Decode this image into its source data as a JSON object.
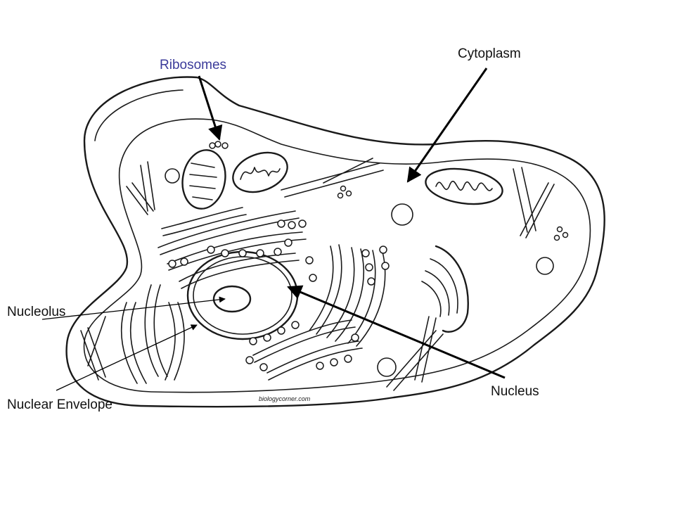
{
  "diagram": {
    "type": "animal-cell-labeled",
    "labels": {
      "cytoplasm": "Cytoplasm",
      "ribosomes": "Ribosomes",
      "nucleolus": "Nucleolus",
      "nuclear_envelope": "Nuclear Envelope",
      "nucleus": "Nucleus"
    },
    "watermark": "biologycorner.com",
    "colors": {
      "ribosomes_label": "#3b3b9a",
      "default_label": "#111111",
      "line": "#000000"
    }
  }
}
